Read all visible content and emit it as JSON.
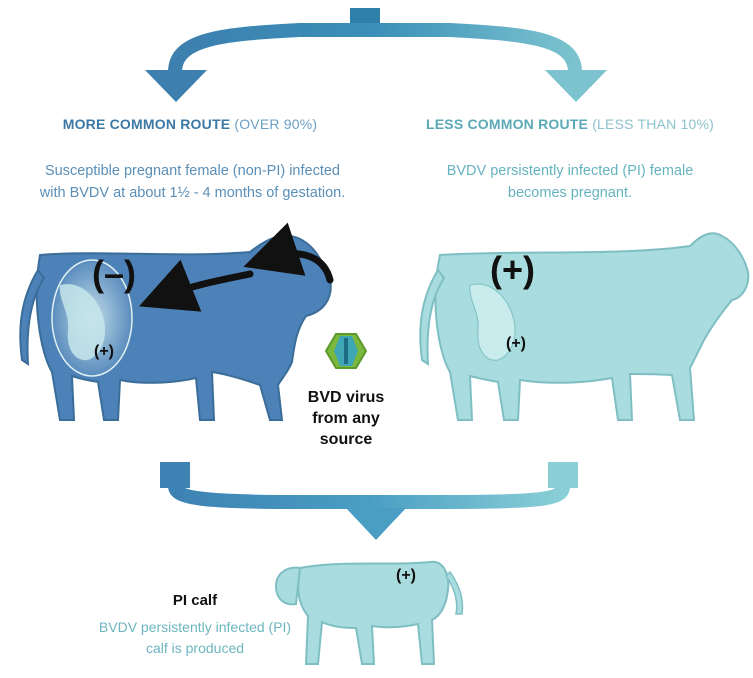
{
  "routes": {
    "left": {
      "title": "MORE COMMON ROUTE",
      "percent": "(OVER 90%)",
      "description_line1": "Susceptible pregnant female (non-PI) infected",
      "description_line2": "with BVDV at about 1½ - 4 months of gestation.",
      "cow_symbol": "(–)",
      "fetus_symbol": "(+)",
      "color": "#4d82b8"
    },
    "right": {
      "title": "LESS COMMON ROUTE",
      "percent": "(LESS THAN 10%)",
      "description_line1": "BVDV persistently infected (PI) female",
      "description_line2": "becomes pregnant.",
      "cow_symbol": "(+)",
      "fetus_symbol": "(+)",
      "color": "#a8dcde"
    }
  },
  "virus": {
    "label_line1": "BVD virus",
    "label_line2": "from any",
    "label_line3": "source",
    "icon": "virus-hexagon-icon"
  },
  "calf": {
    "title": "PI calf",
    "description_line1": "BVDV persistently infected (PI)",
    "description_line2": "calf is produced",
    "symbol": "(+)",
    "color": "#a8dcde"
  }
}
